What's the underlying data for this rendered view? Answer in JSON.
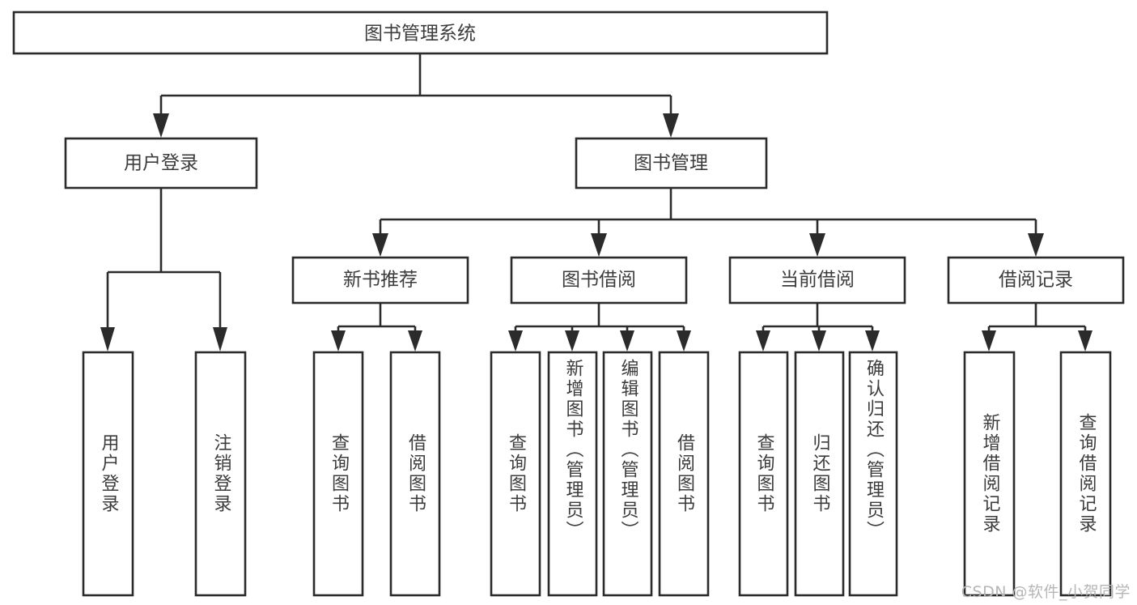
{
  "diagram": {
    "title": "图书管理系统",
    "type": "tree-hierarchy-chart",
    "watermark": "CSDN @软件_小贺同学",
    "root": {
      "label": "图书管理系统"
    },
    "level2": [
      {
        "label": "用户登录"
      },
      {
        "label": "图书管理"
      }
    ],
    "level3": [
      {
        "label": "新书推荐"
      },
      {
        "label": "图书借阅"
      },
      {
        "label": "当前借阅"
      },
      {
        "label": "借阅记录"
      }
    ],
    "leaves": {
      "user_login": [
        {
          "label": "用户登录"
        },
        {
          "label": "注销登录"
        }
      ],
      "new_book_recommend": [
        {
          "label": "查询图书"
        },
        {
          "label": "借阅图书"
        }
      ],
      "book_borrow": [
        {
          "label": "查询图书"
        },
        {
          "label": "新增图书（管理员）"
        },
        {
          "label": "编辑图书（管理员）"
        },
        {
          "label": "借阅图书"
        }
      ],
      "current_borrow": [
        {
          "label": "查询图书"
        },
        {
          "label": "归还图书"
        },
        {
          "label": "确认归还（管理员）"
        }
      ],
      "borrow_record": [
        {
          "label": "新增借阅记录"
        },
        {
          "label": "查询借阅记录"
        }
      ]
    },
    "colors": {
      "stroke": "#2b2b2b",
      "fill": "#ffffff",
      "text": "#3c3c3c",
      "watermark": "#b6b6b6"
    }
  }
}
